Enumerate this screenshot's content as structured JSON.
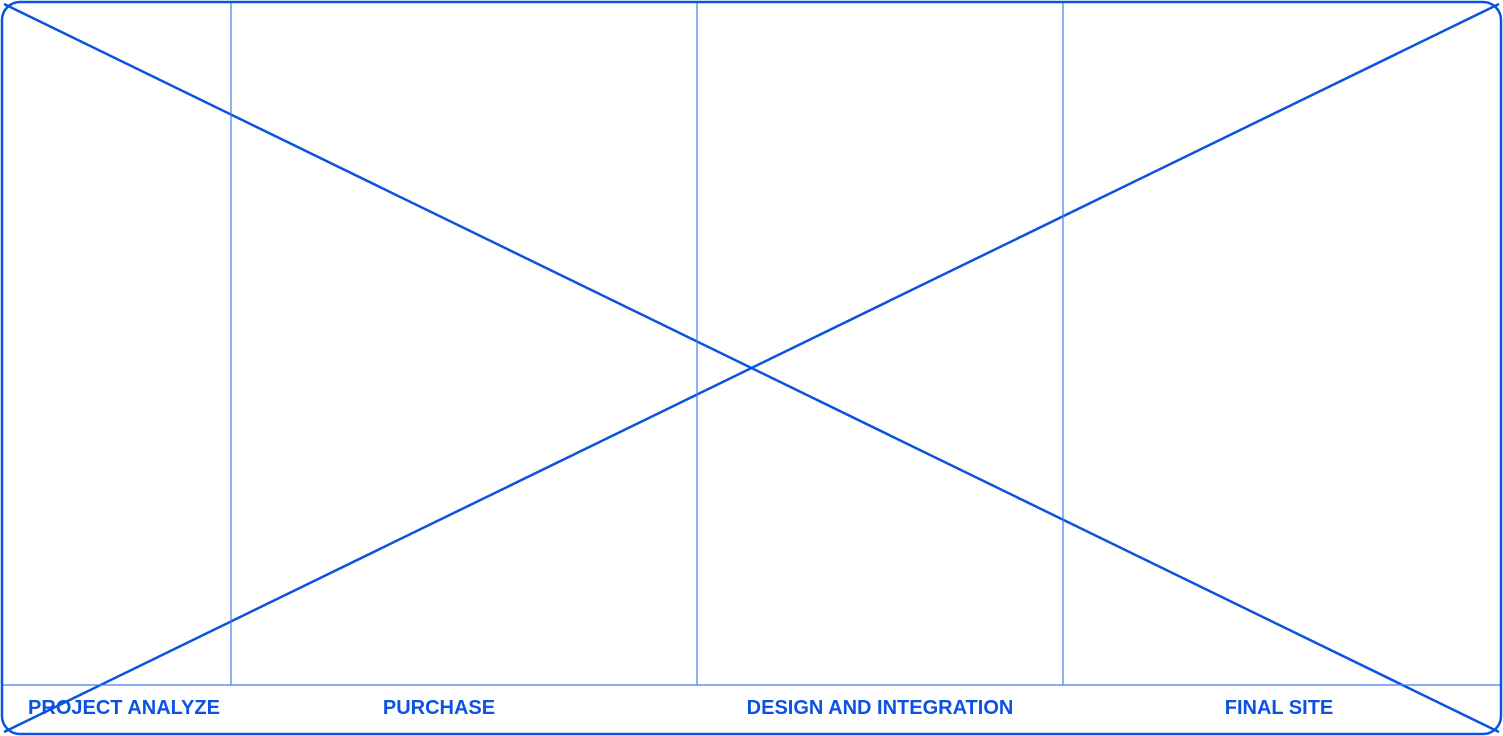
{
  "colors": {
    "line": "#0b53e0",
    "divider": "#3f7ff5",
    "label": "#0b53e0",
    "background": "#ffffff"
  },
  "phases": [
    {
      "label": "PROJECT ANALYZE"
    },
    {
      "label": "PURCHASE"
    },
    {
      "label": "DESIGN AND INTEGRATION"
    },
    {
      "label": "FINAL SITE"
    }
  ]
}
